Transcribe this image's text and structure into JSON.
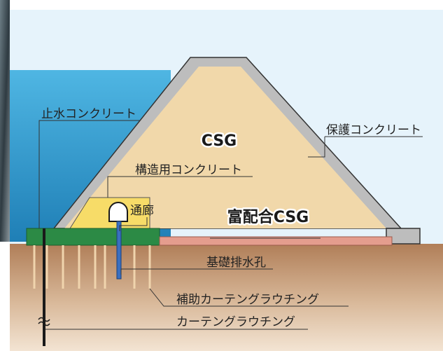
{
  "labels": {
    "core": "CSG",
    "rich_mix": "富配合CSG",
    "protective_concrete": "保護コンクリート",
    "structural_concrete": "構造用コンクリート",
    "waterstop_concrete": "止水コンクリート",
    "gallery": "通廊",
    "foundation_drain": "基礎排水孔",
    "auxiliary_curtain": "補助カーテングラウチング",
    "curtain_grouting": "カーテングラウチング"
  },
  "colors": {
    "sky": "#e6f3fb",
    "water": "#4fb6e3",
    "water_dark": "#1f7fb6",
    "csg_body": "#f1d8aa",
    "protective_concrete": "#bdbdbd",
    "structural_concrete": "#f7dc68",
    "green_slab": "#2c8a45",
    "rich_mix_layer": "#e49d8e",
    "ground_top": "#b07e58",
    "ground_bottom": "#f3e4d3",
    "grout_hole": "#f0d4ad",
    "curtain_line": "#1a1a1a",
    "drain_pipe": "#3a6fc0"
  }
}
